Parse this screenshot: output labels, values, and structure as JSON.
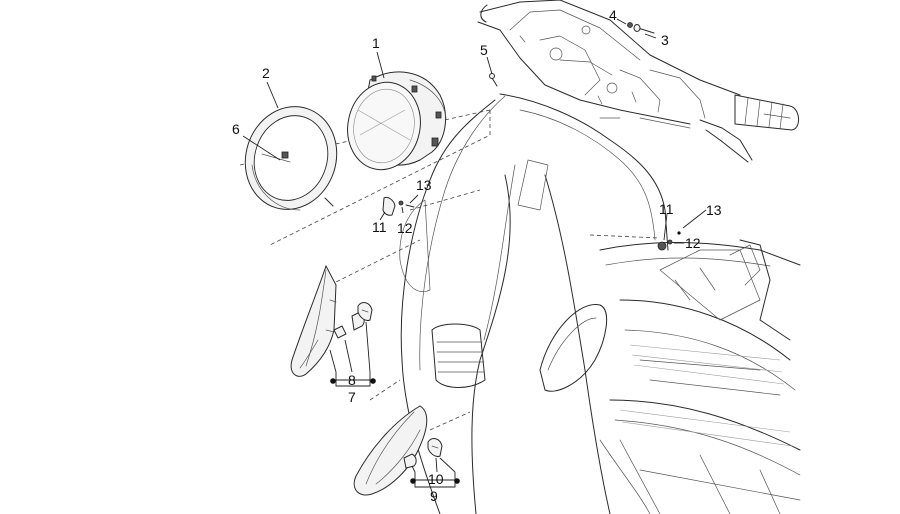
{
  "callouts": [
    {
      "id": "1",
      "text": "1"
    },
    {
      "id": "2",
      "text": "2"
    },
    {
      "id": "3",
      "text": "3"
    },
    {
      "id": "4",
      "text": "4"
    },
    {
      "id": "5",
      "text": "5"
    },
    {
      "id": "6",
      "text": "6"
    },
    {
      "id": "7",
      "text": "7"
    },
    {
      "id": "8",
      "text": "8"
    },
    {
      "id": "9",
      "text": "9"
    },
    {
      "id": "10",
      "text": "10"
    },
    {
      "id": "11a",
      "text": "11"
    },
    {
      "id": "12a",
      "text": "12"
    },
    {
      "id": "13a",
      "text": "13"
    },
    {
      "id": "11b",
      "text": "11"
    },
    {
      "id": "12b",
      "text": "12"
    },
    {
      "id": "13b",
      "text": "13"
    }
  ]
}
